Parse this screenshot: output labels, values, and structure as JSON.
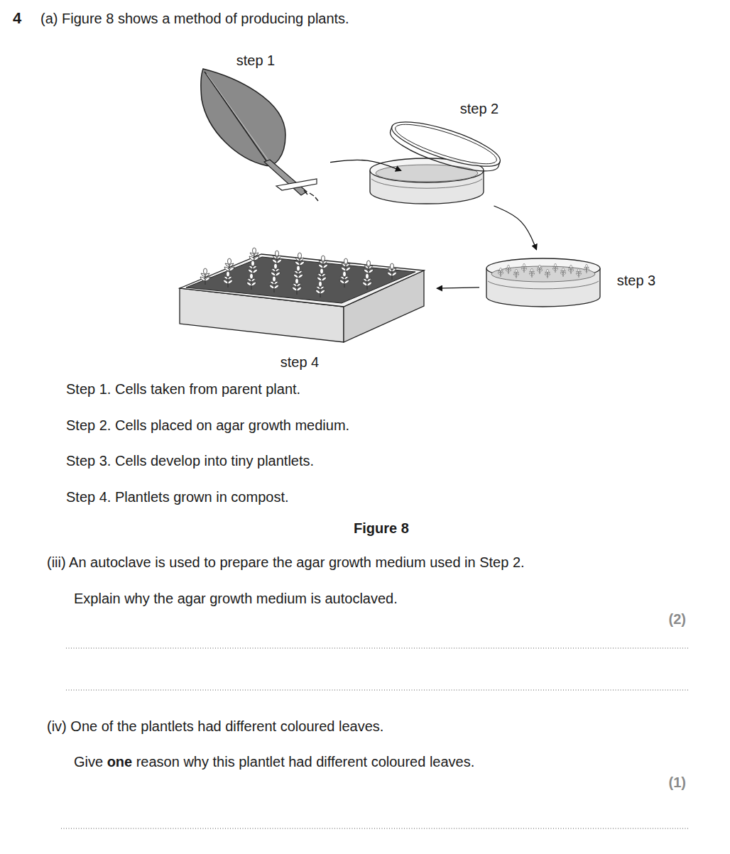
{
  "diagram": {
    "nodes": [
      {
        "text": [
          "step 1"
        ]
      },
      {
        "text": [
          "step 2"
        ]
      },
      {
        "text": [
          "step 3"
        ]
      },
      {
        "text": [
          "step 4"
        ]
      }
    ],
    "edges": [
      {
        "from": 0,
        "to": 1,
        "arrow": "to"
      },
      {
        "from": 1,
        "to": 2,
        "arrow": "to"
      },
      {
        "from": 2,
        "to": 3,
        "arrow": "to"
      }
    ],
    "labels": [
      "4",
      "(a) Figure 8 shows a method of producing plants.",
      "Step 1. Cells taken from parent plant.",
      "Step 2. Cells placed on agar growth medium.",
      "Step 3. Cells develop into tiny plantlets.",
      "Step 4. Plantlets grown in compost.",
      "Figure 8",
      "(iii) An autoclave is used to prepare the agar growth medium used in Step 2.",
      "Explain why the agar growth medium is autoclaved.",
      "(2)",
      "(iv) One of the plantlets had different coloured leaves.",
      "Give",
      "one",
      "reason why this plantlet had different coloured leaves.",
      "(1)"
    ]
  }
}
